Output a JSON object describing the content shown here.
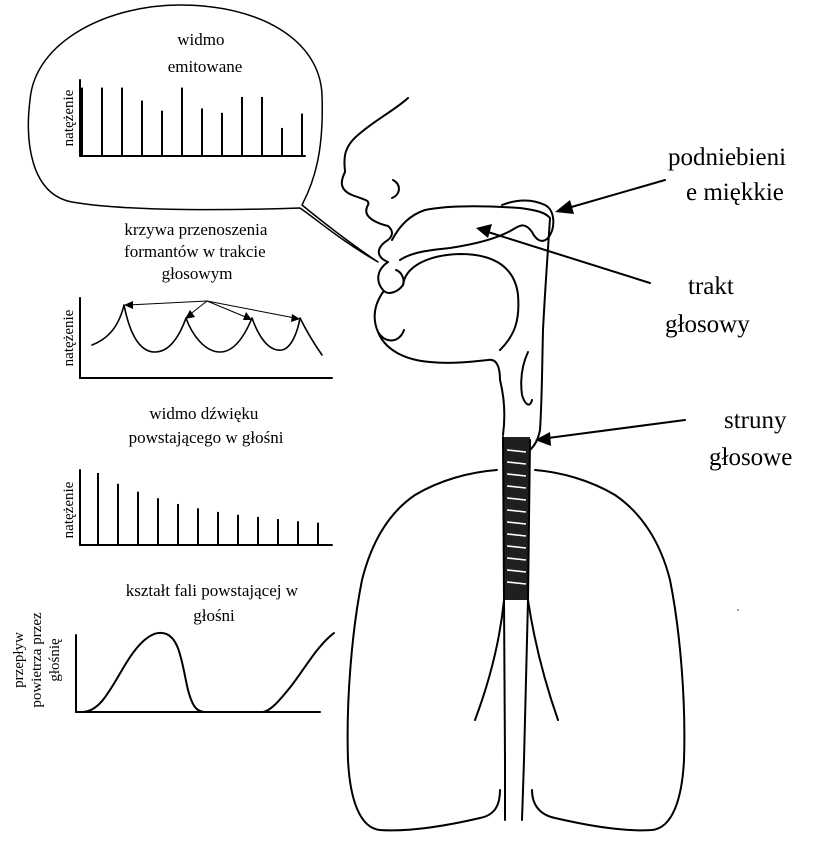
{
  "labels": {
    "emitted_spectrum": [
      "widmo",
      "emitowane"
    ],
    "transfer_curve": [
      "krzywa przenoszenia",
      "formantów w trakcie",
      "głosowym"
    ],
    "source_spectrum": [
      "widmo dźwięku",
      "powstającego w głośni"
    ],
    "glottal_wave": [
      "kształt fali powstającej w",
      "głośni"
    ],
    "soft_palate": [
      "podniebieni",
      "e miękkie"
    ],
    "vocal_tract": [
      "trakt",
      "głosowy"
    ],
    "vocal_folds": [
      "struny",
      "głosowe"
    ]
  },
  "axis_labels": {
    "intensity": "natężenie",
    "airflow": [
      "przepływ",
      "powietrza przez",
      "głośnię"
    ]
  },
  "spectra": {
    "emitted": [
      0.95,
      0.95,
      0.95,
      0.77,
      0.63,
      0.95,
      0.66,
      0.6,
      0.82,
      0.82,
      0.39,
      0.59
    ],
    "source": [
      1.0,
      0.85,
      0.74,
      0.65,
      0.57,
      0.51,
      0.46,
      0.42,
      0.39,
      0.36,
      0.33,
      0.31
    ]
  }
}
